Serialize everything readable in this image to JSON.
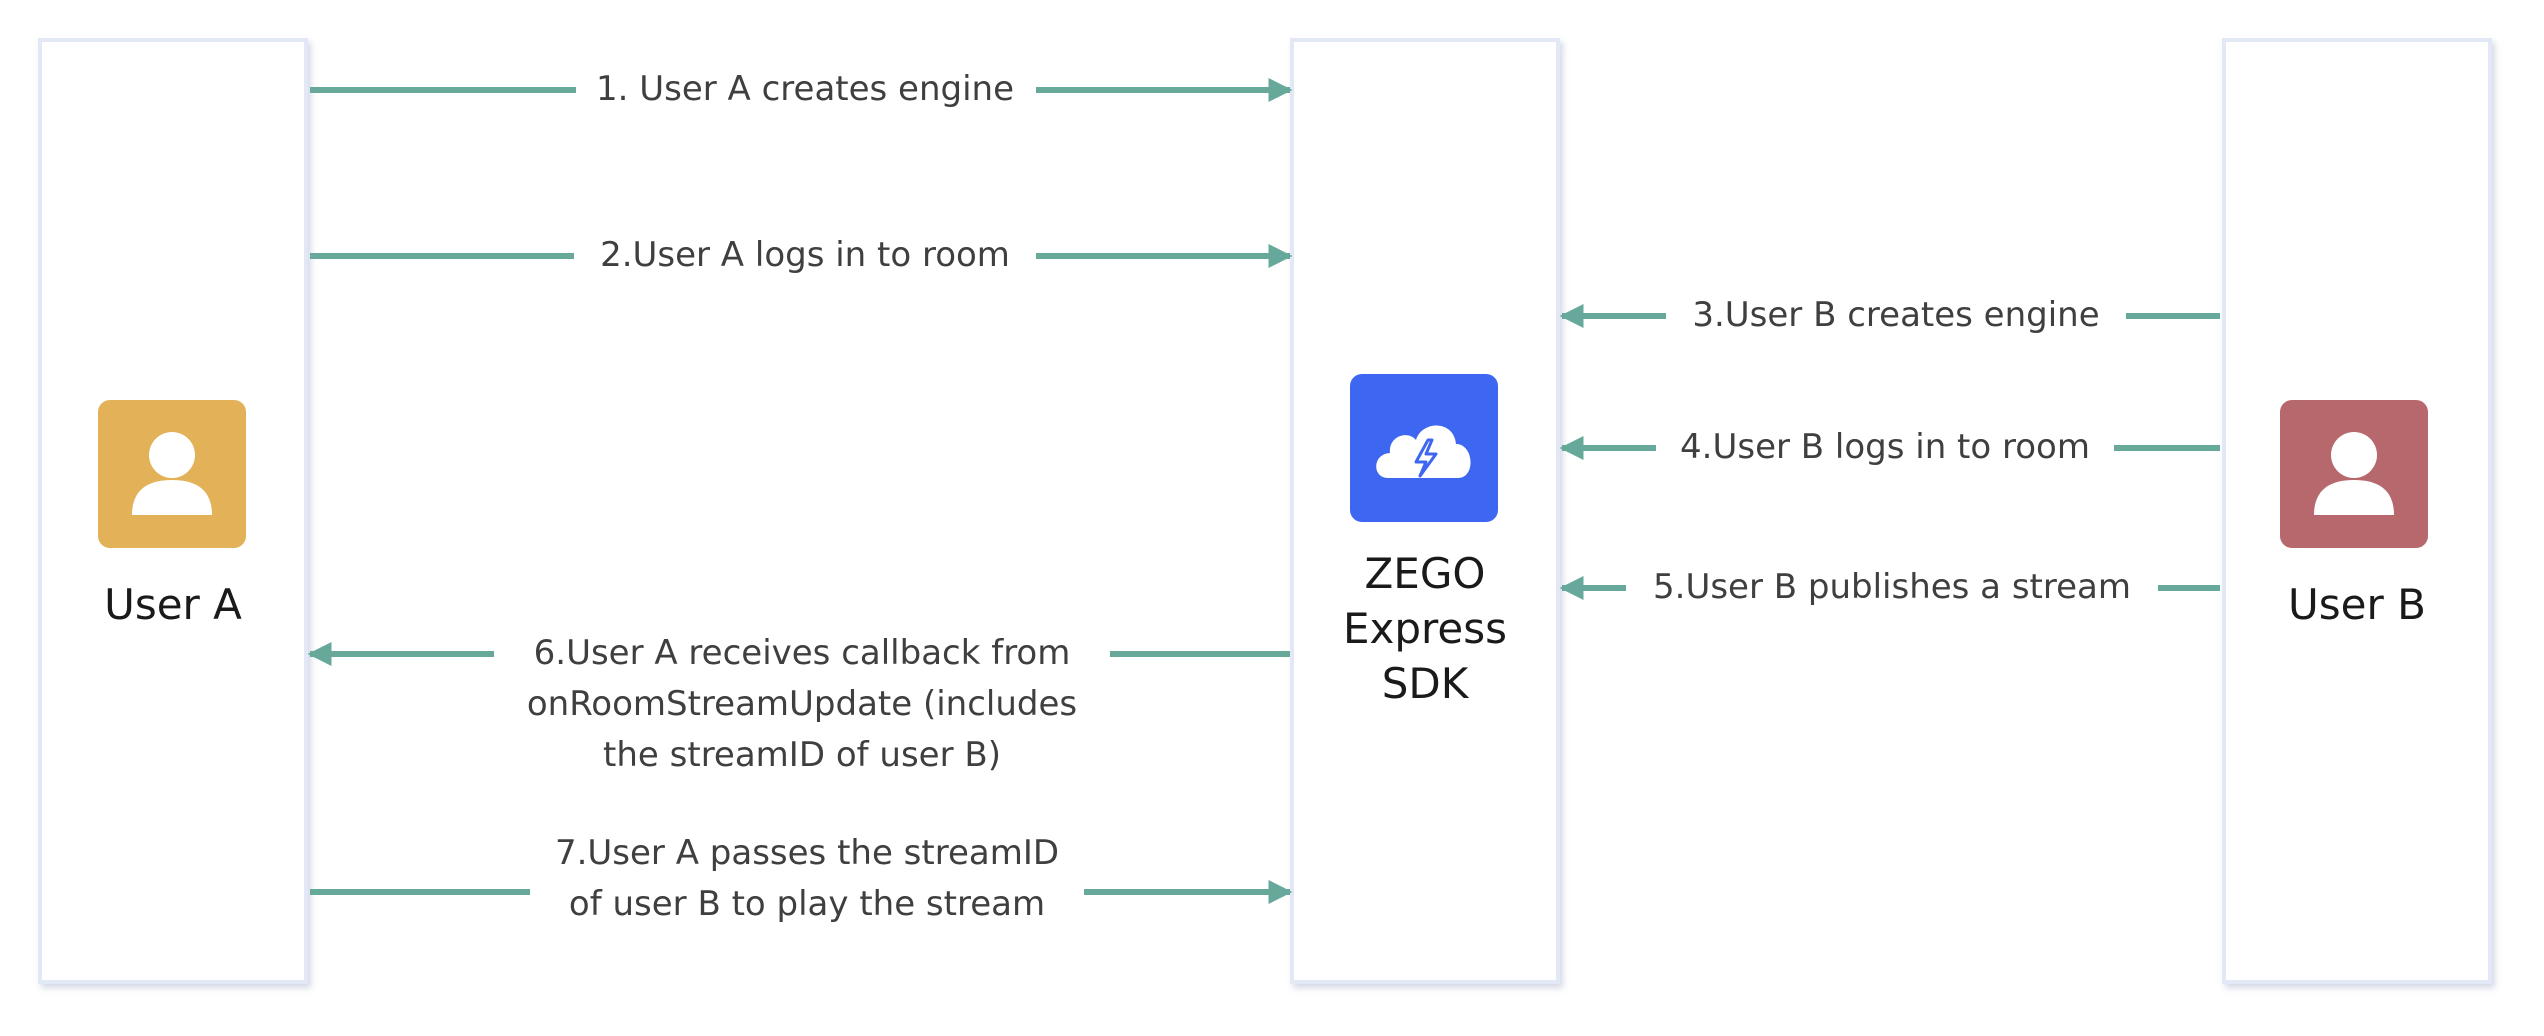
{
  "actors": {
    "user_a": "User A",
    "user_b": "User B",
    "sdk_lines": [
      "ZEGO",
      "Express",
      "SDK"
    ]
  },
  "messages": [
    {
      "id": "step-1",
      "lines": [
        "1. User A creates engine"
      ],
      "from": "user_a",
      "to": "sdk"
    },
    {
      "id": "step-2",
      "lines": [
        "2.User A logs in to room"
      ],
      "from": "user_a",
      "to": "sdk"
    },
    {
      "id": "step-3",
      "lines": [
        "3.User B creates engine"
      ],
      "from": "user_b",
      "to": "sdk"
    },
    {
      "id": "step-4",
      "lines": [
        "4.User B logs in to room"
      ],
      "from": "user_b",
      "to": "sdk"
    },
    {
      "id": "step-5",
      "lines": [
        "5.User B publishes a stream"
      ],
      "from": "user_b",
      "to": "sdk"
    },
    {
      "id": "step-6",
      "lines": [
        "6.User A receives callback from",
        "onRoomStreamUpdate (includes",
        "the streamID of user B)"
      ],
      "from": "sdk",
      "to": "user_a"
    },
    {
      "id": "step-7",
      "lines": [
        "7.User A passes the streamID",
        "of user B to play the stream"
      ],
      "from": "user_a",
      "to": "sdk"
    }
  ],
  "colors": {
    "arrow": "#66a99b",
    "lane_border": "#e3e8f7",
    "user_a_avatar": "#e2b158",
    "user_b_avatar": "#b7686c",
    "sdk_logo": "#3d66f1"
  },
  "icons": {
    "user_a": "user-icon",
    "user_b": "user-icon",
    "sdk": "cloud-lightning-icon"
  }
}
